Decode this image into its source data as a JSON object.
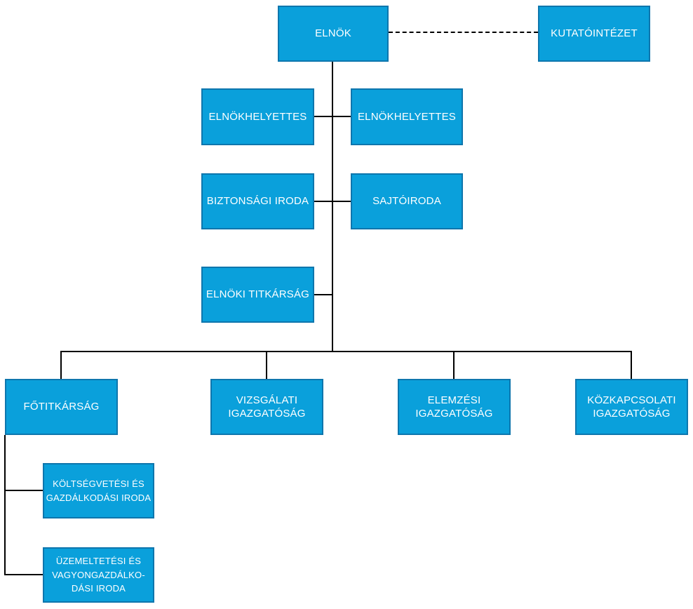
{
  "diagram": {
    "type": "org-chart",
    "language": "hu",
    "colors": {
      "background": "#ffffff",
      "box_fill": "#0aa0db",
      "box_border": "#0e76ad",
      "text": "#ffffff",
      "line": "#000000"
    },
    "nodes": {
      "elnok": "ELNÖK",
      "kutatointezet": "KUTATÓINTÉZET",
      "elnokhelyettes_1": "ELNÖKHELYETTES",
      "elnokhelyettes_2": "ELNÖKHELYETTES",
      "biztonsagi_iroda": "BIZTONSÁGI IRODA",
      "sajtoiroda": "SAJTÓIRODA",
      "elnoki_titkarsag": "ELNÖKI TITKÁRSÁG",
      "fotitkarsag": "FŐTITKÁRSÁG",
      "vizsgalati_igazgatosag": "VIZSGÁLATI\nIGAZGATÓSÁG",
      "elemzesi_igazgatosag": "ELEMZÉSI\nIGAZGATÓSÁG",
      "kozkapcsolati_igazgatosag": "KÖZKAPCSOLATI\nIGAZGATÓSÁG",
      "koltsegvetesi_iroda": "KÖLTSÉGVETÉSI ÉS\nGAZDÁLKODÁSI IRODA",
      "uzemeltetesi_iroda": "ÜZEMELTETÉSI ÉS\nVAGYONGAZDÁLKO-\nDÁSI IRODA"
    },
    "edges": [
      {
        "from": "elnok",
        "to": "kutatointezet",
        "style": "dashed"
      },
      {
        "from": "elnok",
        "to": "elnokhelyettes_1",
        "style": "solid"
      },
      {
        "from": "elnok",
        "to": "elnokhelyettes_2",
        "style": "solid"
      },
      {
        "from": "elnok",
        "to": "biztonsagi_iroda",
        "style": "solid"
      },
      {
        "from": "elnok",
        "to": "sajtoiroda",
        "style": "solid"
      },
      {
        "from": "elnok",
        "to": "elnoki_titkarsag",
        "style": "solid"
      },
      {
        "from": "elnok",
        "to": "fotitkarsag",
        "style": "solid"
      },
      {
        "from": "elnok",
        "to": "vizsgalati_igazgatosag",
        "style": "solid"
      },
      {
        "from": "elnok",
        "to": "elemzesi_igazgatosag",
        "style": "solid"
      },
      {
        "from": "elnok",
        "to": "kozkapcsolati_igazgatosag",
        "style": "solid"
      },
      {
        "from": "fotitkarsag",
        "to": "koltsegvetesi_iroda",
        "style": "solid"
      },
      {
        "from": "fotitkarsag",
        "to": "uzemeltetesi_iroda",
        "style": "solid"
      }
    ]
  }
}
